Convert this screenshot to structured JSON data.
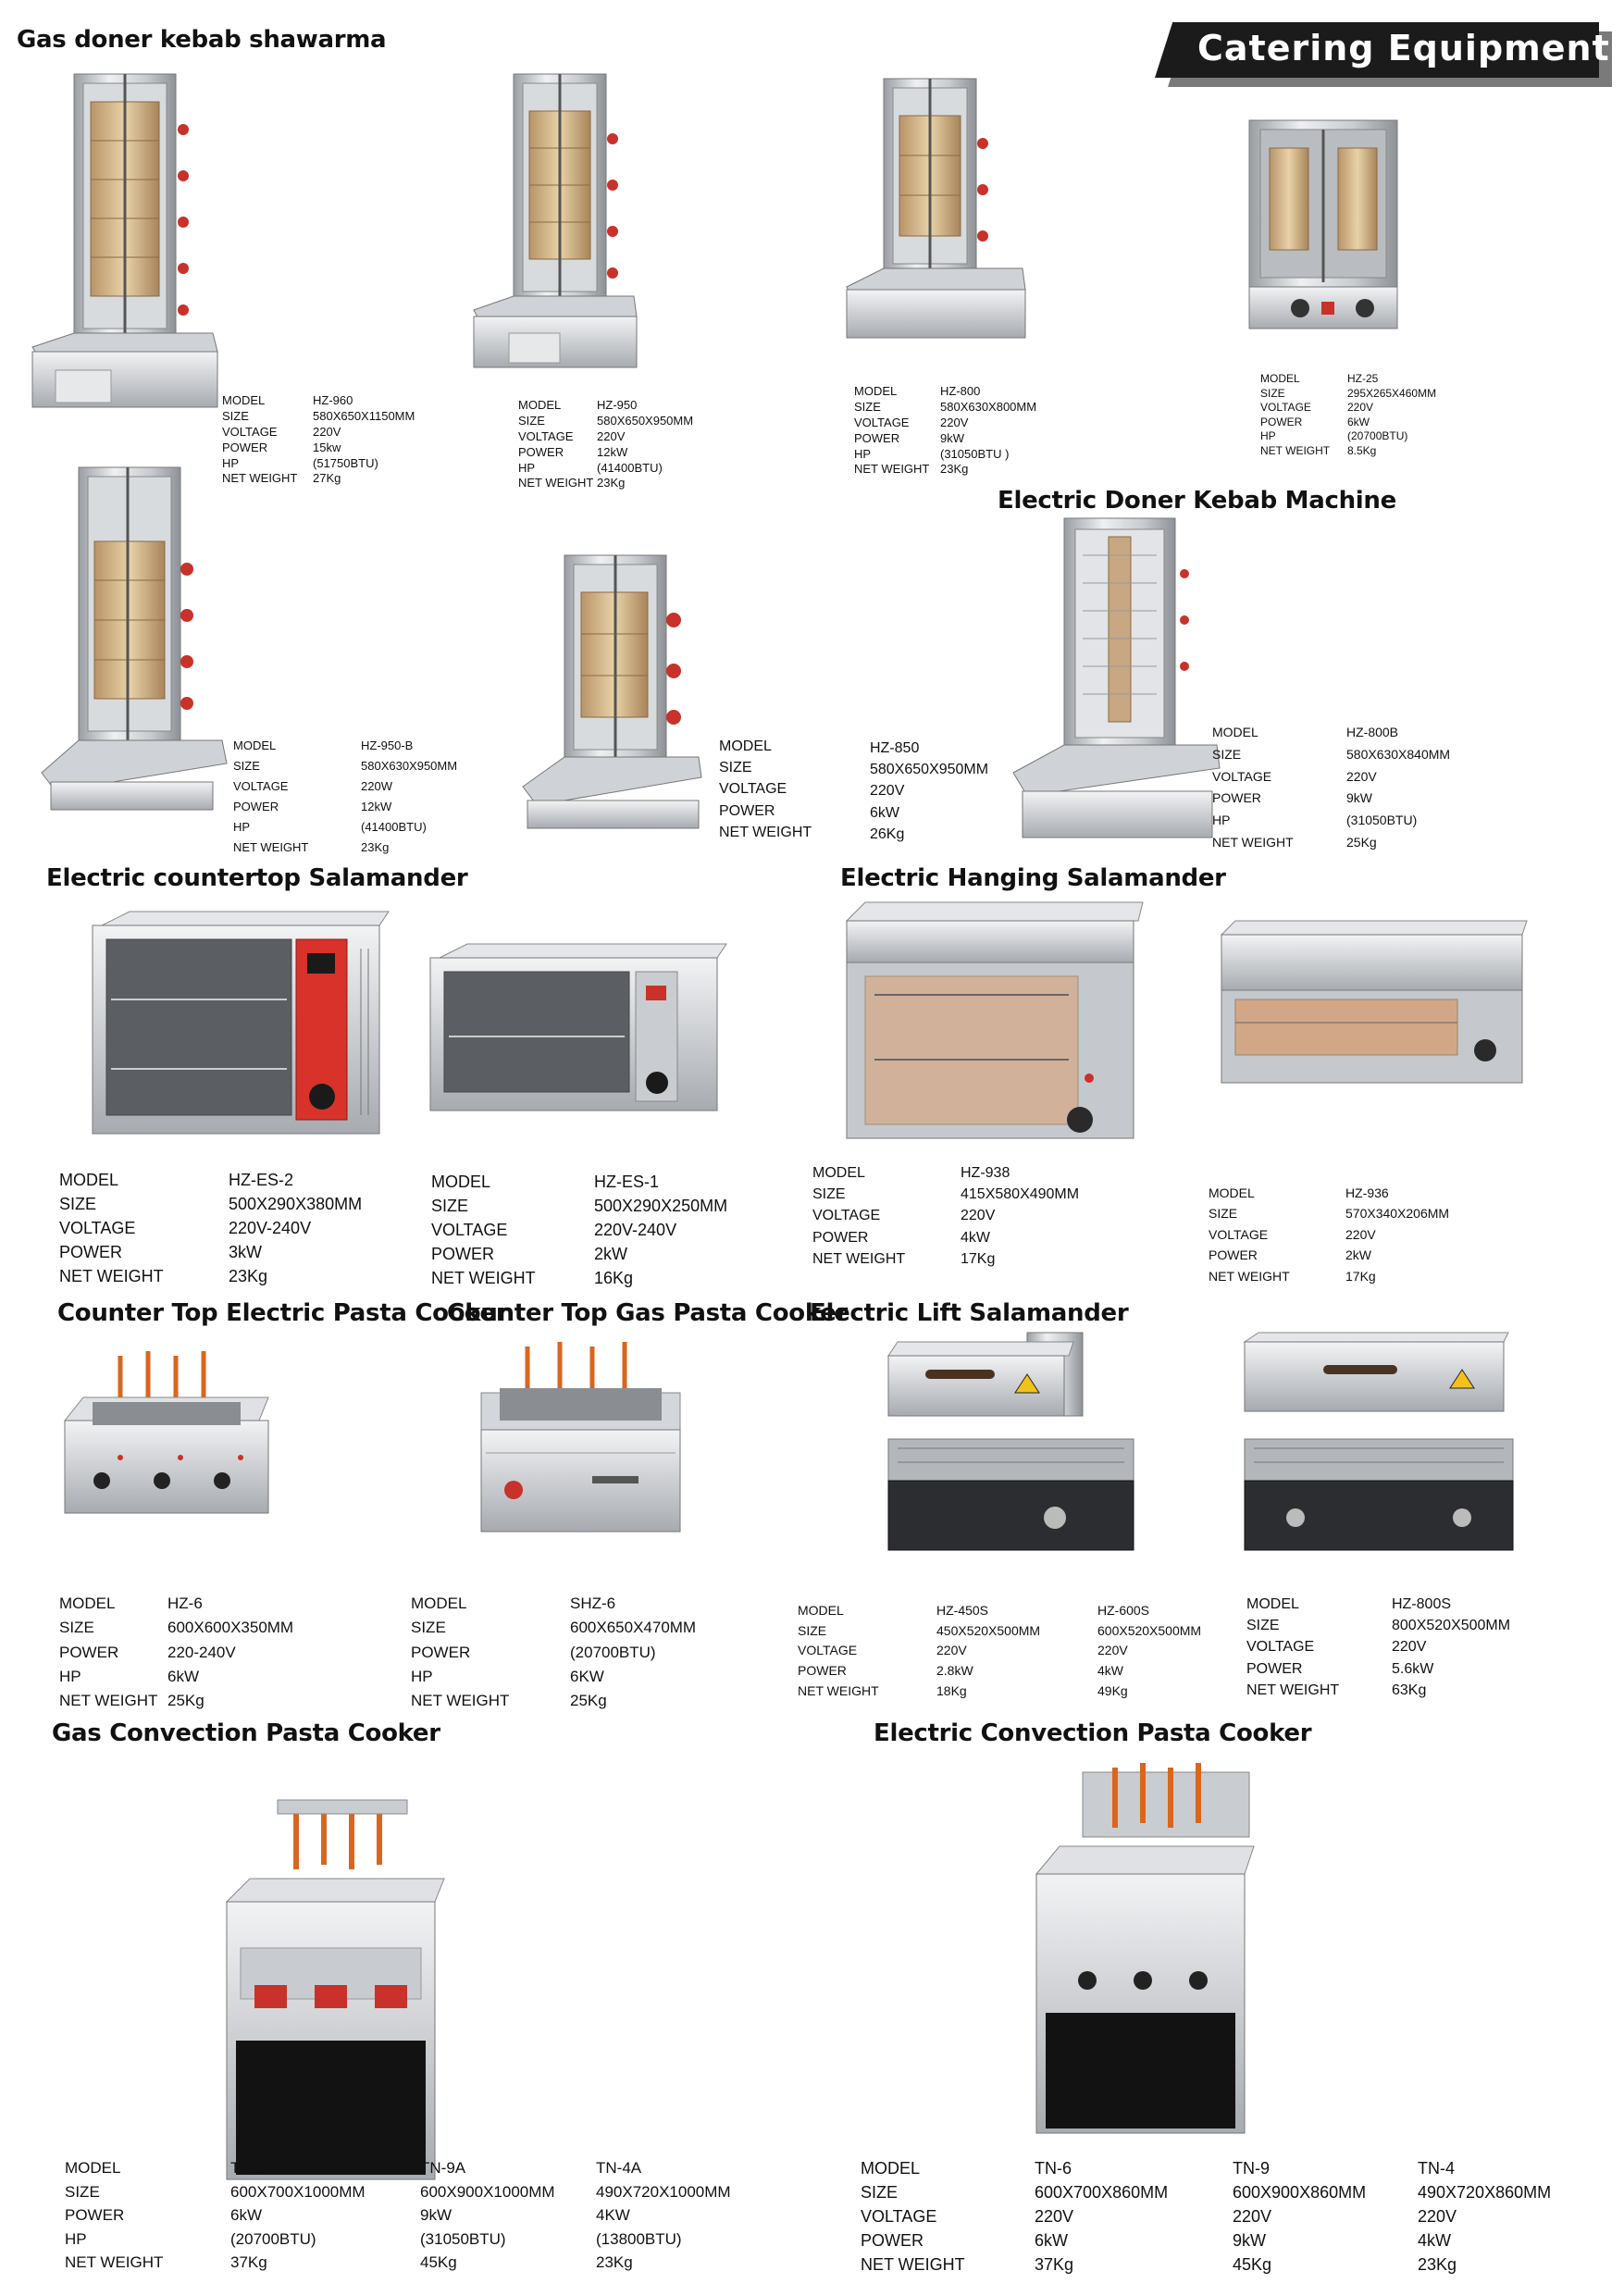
{
  "header": {
    "banner": "Catering Equipment"
  },
  "sections": {
    "gas_doner": "Gas doner kebab shawarma",
    "electric_doner": "Electric Doner Kebab Machine",
    "countertop_salamander": "Electric countertop Salamander",
    "hanging_salamander": "Electric Hanging Salamander",
    "electric_pasta": "Counter Top Electric Pasta Cooker",
    "gas_pasta": "Counter Top Gas Pasta Cooker",
    "lift_salamander": "Electric Lift Salamander",
    "gas_convection": "Gas Convection Pasta Cooker",
    "electric_convection": "Electric Convection Pasta Cooker"
  },
  "products": {
    "hz960": {
      "labels": [
        "MODEL",
        "SIZE",
        "VOLTAGE",
        "POWER",
        "HP",
        "NET WEIGHT"
      ],
      "values": [
        "HZ-960",
        "580X650X1150MM",
        "220V",
        "15kw",
        "(51750BTU)",
        "27Kg"
      ]
    },
    "hz950": {
      "labels": [
        "MODEL",
        "SIZE",
        "VOLTAGE",
        "POWER",
        "HP",
        "NET WEIGHT"
      ],
      "values": [
        "HZ-950",
        "580X650X950MM",
        "220V",
        "12kW",
        "(41400BTU)",
        "23Kg"
      ]
    },
    "hz800": {
      "labels": [
        "MODEL",
        "SIZE",
        "VOLTAGE",
        "POWER",
        "HP",
        "NET WEIGHT"
      ],
      "values": [
        "HZ-800",
        "580X630X800MM",
        "220V",
        "9kW",
        "(31050BTU )",
        "23Kg"
      ]
    },
    "hz25": {
      "labels": [
        "MODEL",
        "SIZE",
        "VOLTAGE",
        "POWER",
        "HP",
        "NET WEIGHT"
      ],
      "values": [
        "HZ-25",
        "295X265X460MM",
        "220V",
        "6kW",
        "(20700BTU)",
        "8.5Kg"
      ]
    },
    "hz950b": {
      "labels": [
        "MODEL",
        "SIZE",
        "VOLTAGE",
        "POWER",
        "HP",
        "NET WEIGHT"
      ],
      "values": [
        "HZ-950-B",
        "580X630X950MM",
        "220W",
        "12kW",
        "(41400BTU)",
        "23Kg"
      ]
    },
    "hz850": {
      "labels": [
        "MODEL",
        "SIZE",
        "VOLTAGE",
        "POWER",
        "NET WEIGHT"
      ],
      "values": [
        "HZ-850",
        "580X650X950MM",
        "220V",
        "6kW",
        "26Kg"
      ]
    },
    "hz800b": {
      "labels": [
        "MODEL",
        "SIZE",
        "VOLTAGE",
        "POWER",
        "HP",
        "NET WEIGHT"
      ],
      "values": [
        "HZ-800B",
        "580X630X840MM",
        "220V",
        "9kW",
        "(31050BTU)",
        "25Kg"
      ]
    },
    "hzes2": {
      "labels": [
        "MODEL",
        "SIZE",
        "VOLTAGE",
        "POWER",
        "NET WEIGHT"
      ],
      "values": [
        "HZ-ES-2",
        "500X290X380MM",
        "220V-240V",
        "3kW",
        "23Kg"
      ]
    },
    "hzes1": {
      "labels": [
        "MODEL",
        "SIZE",
        "VOLTAGE",
        "POWER",
        "NET WEIGHT"
      ],
      "values": [
        "HZ-ES-1",
        "500X290X250MM",
        "220V-240V",
        "2kW",
        "16Kg"
      ]
    },
    "hz938": {
      "labels": [
        "MODEL",
        "SIZE",
        "VOLTAGE",
        "POWER",
        "NET WEIGHT"
      ],
      "values": [
        "HZ-938",
        "415X580X490MM",
        "220V",
        "4kW",
        "17Kg"
      ]
    },
    "hz936": {
      "labels": [
        "MODEL",
        "SIZE",
        "VOLTAGE",
        "POWER",
        "NET WEIGHT"
      ],
      "values": [
        "HZ-936",
        "570X340X206MM",
        "220V",
        "2kW",
        "17Kg"
      ]
    },
    "hz6": {
      "labels": [
        "MODEL",
        "SIZE",
        "POWER",
        "HP",
        "NET WEIGHT"
      ],
      "values": [
        "HZ-6",
        "600X600X350MM",
        "220-240V",
        "6kW",
        "25Kg"
      ]
    },
    "shz6": {
      "labels": [
        "MODEL",
        "SIZE",
        "POWER",
        "HP",
        "NET WEIGHT"
      ],
      "values": [
        "SHZ-6",
        "600X650X470MM",
        "(20700BTU)",
        "6KW",
        "25Kg"
      ]
    },
    "hz450s": {
      "labels": [
        "MODEL",
        "SIZE",
        "VOLTAGE",
        "POWER",
        "NET WEIGHT"
      ],
      "values": [
        "HZ-450S",
        "450X520X500MM",
        "220V",
        "2.8kW",
        "18Kg"
      ],
      "values2": [
        "HZ-600S",
        "600X520X500MM",
        "220V",
        "4kW",
        "49Kg"
      ]
    },
    "hz800s": {
      "labels": [
        "MODEL",
        "SIZE",
        "VOLTAGE",
        "POWER",
        "NET WEIGHT"
      ],
      "values": [
        "HZ-800S",
        "800X520X500MM",
        "220V",
        "5.6kW",
        "63Kg"
      ]
    },
    "tn_a": {
      "labels": [
        "MODEL",
        "SIZE",
        "POWER",
        "HP",
        "NET WEIGHT"
      ],
      "v1": [
        "TN-6A",
        "600X700X1000MM",
        "6kW",
        "(20700BTU)",
        "37Kg"
      ],
      "v2": [
        "TN-9A",
        "600X900X1000MM",
        "9kW",
        "(31050BTU)",
        "45Kg"
      ],
      "v3": [
        "TN-4A",
        "490X720X1000MM",
        "4KW",
        "(13800BTU)",
        "23Kg"
      ]
    },
    "tn": {
      "labels": [
        "MODEL",
        "SIZE",
        "VOLTAGE",
        "POWER",
        "NET WEIGHT"
      ],
      "v1": [
        "TN-6",
        "600X700X860MM",
        "220V",
        "6kW",
        "37Kg"
      ],
      "v2": [
        "TN-9",
        "600X900X860MM",
        "220V",
        "9kW",
        "45Kg"
      ],
      "v3": [
        "TN-4",
        "490X720X860MM",
        "220V",
        "4kW",
        "23Kg"
      ]
    }
  }
}
